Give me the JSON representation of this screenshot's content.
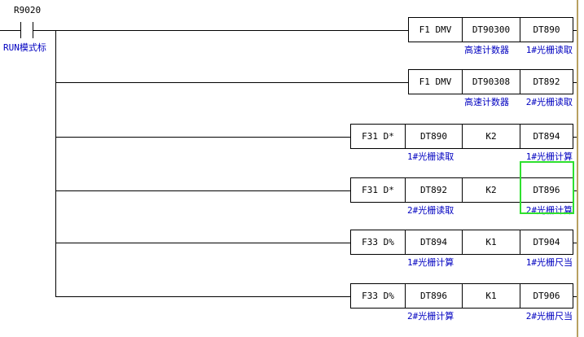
{
  "contact": {
    "address": "R9020",
    "comment": "RUN模式标"
  },
  "rungs": [
    {
      "cells": [
        {
          "text": "F1 DMV"
        },
        {
          "text": "DT90300",
          "comment": "高速计数器"
        },
        {
          "text": "DT890",
          "comment": "1#光栅读取"
        }
      ]
    },
    {
      "cells": [
        {
          "text": "F1 DMV"
        },
        {
          "text": "DT90308",
          "comment": "高速计数器"
        },
        {
          "text": "DT892",
          "comment": "2#光栅读取"
        }
      ]
    },
    {
      "cells": [
        {
          "text": "F31 D*"
        },
        {
          "text": "DT890",
          "comment": "1#光栅读取"
        },
        {
          "text": "K2"
        },
        {
          "text": "DT894",
          "comment": "1#光栅计算"
        }
      ]
    },
    {
      "cells": [
        {
          "text": "F31 D*"
        },
        {
          "text": "DT892",
          "comment": "2#光栅读取"
        },
        {
          "text": "K2"
        },
        {
          "text": "DT896",
          "comment": "2#光栅计算",
          "selected": true
        }
      ]
    },
    {
      "cells": [
        {
          "text": "F33 D%"
        },
        {
          "text": "DT894",
          "comment": "1#光栅计算"
        },
        {
          "text": "K1"
        },
        {
          "text": "DT904",
          "comment": "1#光栅尺当"
        }
      ]
    },
    {
      "cells": [
        {
          "text": "F33 D%"
        },
        {
          "text": "DT896",
          "comment": "2#光栅计算"
        },
        {
          "text": "K1"
        },
        {
          "text": "DT906",
          "comment": "2#光栅尺当"
        }
      ]
    }
  ],
  "colors": {
    "comment": "#0000c0",
    "selection": "#2ee02e",
    "right_rail": "#b8a060"
  }
}
